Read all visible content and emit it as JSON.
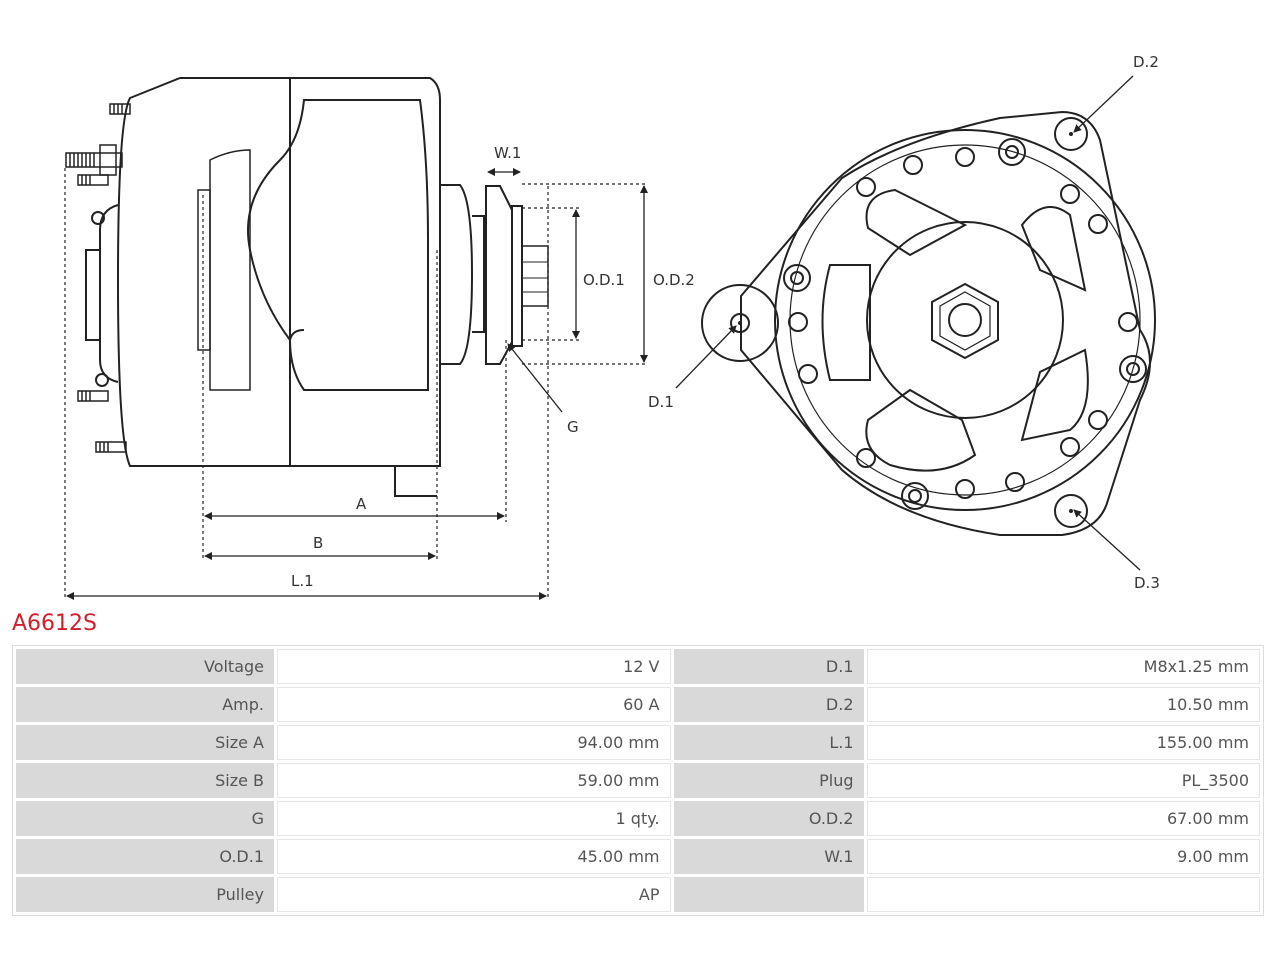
{
  "drawing": {
    "labels": {
      "w1": "W.1",
      "od1": "O.D.1",
      "od2": "O.D.2",
      "g": "G",
      "a": "A",
      "b": "B",
      "l1": "L.1",
      "d1": "D.1",
      "d2": "D.2",
      "d3": "D.3"
    }
  },
  "part_code": "A6612S",
  "specs": [
    {
      "k1": "Voltage",
      "v1": "12 V",
      "k2": "D.1",
      "v2": "M8x1.25 mm"
    },
    {
      "k1": "Amp.",
      "v1": "60 A",
      "k2": "D.2",
      "v2": "10.50 mm"
    },
    {
      "k1": "Size A",
      "v1": "94.00 mm",
      "k2": "L.1",
      "v2": "155.00 mm"
    },
    {
      "k1": "Size B",
      "v1": "59.00 mm",
      "k2": "Plug",
      "v2": "PL_3500"
    },
    {
      "k1": "G",
      "v1": "1 qty.",
      "k2": "O.D.2",
      "v2": "67.00 mm"
    },
    {
      "k1": "O.D.1",
      "v1": "45.00 mm",
      "k2": "W.1",
      "v2": "9.00 mm"
    },
    {
      "k1": "Pulley",
      "v1": "AP",
      "k2": "",
      "v2": ""
    }
  ]
}
